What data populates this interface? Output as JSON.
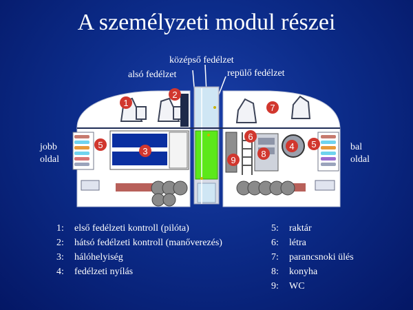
{
  "title": "A személyzeti modul részei",
  "deck_labels": {
    "middle": "középső fedélzet",
    "lower": "alsó fedélzet",
    "flight": "repülő fedélzet"
  },
  "side_labels": {
    "right_line1": "jobb",
    "right_line2": "oldal",
    "left_line1": "bal",
    "left_line2": "oldal"
  },
  "markers": [
    "1",
    "2",
    "3",
    "5",
    "6",
    "7",
    "8",
    "4",
    "5",
    "9"
  ],
  "legend_left": [
    {
      "num": "1:",
      "text": "első fedélzeti kontroll (pilóta)"
    },
    {
      "num": "2:",
      "text": "hátsó fedélzeti kontroll (manőverezés)"
    },
    {
      "num": "3:",
      "text": "hálóhelyiség"
    },
    {
      "num": "4:",
      "text": "fedélzeti nyílás"
    }
  ],
  "legend_right": [
    {
      "num": "5:",
      "text": "raktár"
    },
    {
      "num": "6:",
      "text": "létra"
    },
    {
      "num": "7:",
      "text": "parancsnoki ülés"
    },
    {
      "num": "8:",
      "text": "konyha"
    },
    {
      "num": "9:",
      "text": "WC"
    }
  ],
  "colors": {
    "marker_fill": "#d1372e",
    "module_fill": "#ffffff",
    "sleep_blue": "#0a2fa0",
    "hatch_green": "#5ce81a",
    "light_blue": "#cfe6f4",
    "storage_red": "#b8605a"
  }
}
